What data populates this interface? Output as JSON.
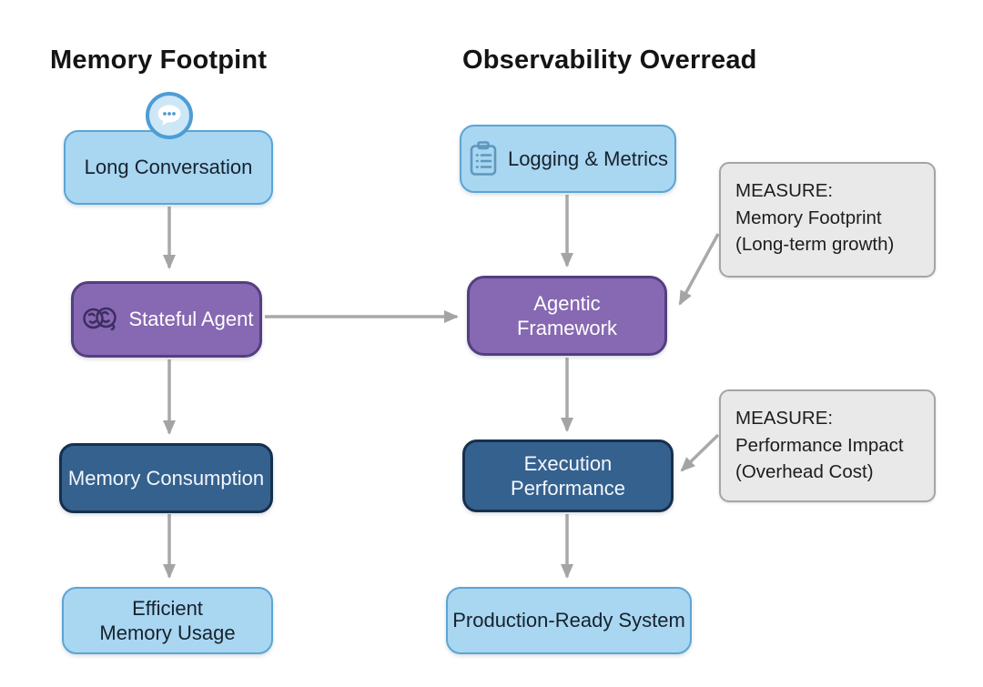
{
  "left_column": {
    "title": "Memory Footpint",
    "nodes": [
      {
        "label": "Long Conversation",
        "icon": "chat-bubble-icon"
      },
      {
        "label": "Stateful Agent",
        "icon": "brain-icon"
      },
      {
        "label": "Memory Consumption"
      },
      {
        "label_line1": "Efficient",
        "label_line2": "Memory Usage"
      }
    ]
  },
  "right_column": {
    "title": "Observability Overread",
    "nodes": [
      {
        "label": "Logging & Metrics",
        "icon": "clipboard-icon"
      },
      {
        "label_line1": "Agentic",
        "label_line2": "Framework"
      },
      {
        "label_line1": "Execution",
        "label_line2": "Performance"
      },
      {
        "label": "Production-Ready System"
      }
    ]
  },
  "annotations": [
    {
      "heading": "MEASURE:",
      "metric": "Memory Footprint",
      "detail": "(Long-term growth)"
    },
    {
      "heading": "MEASURE:",
      "metric": "Performance Impact",
      "detail": "(Overhead Cost)"
    }
  ],
  "colors": {
    "light_blue_fill": "#a9d6f0",
    "light_blue_border": "#5ba5d6",
    "purple_fill": "#8768b2",
    "purple_border": "#533f80",
    "dark_blue_fill": "#35618f",
    "dark_blue_border": "#16304d",
    "note_fill": "#e9e9e9",
    "note_border": "#a5a5a5",
    "arrow_gray": "#a9a9a9"
  }
}
